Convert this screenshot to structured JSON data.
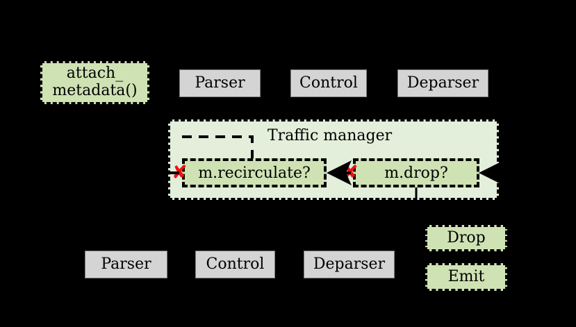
{
  "diagram": {
    "background_color": "#000000",
    "green_fill": "#cfe2b4",
    "container_fill": "#e3eedb",
    "grey_fill": "#d4d4d4",
    "x_mark_color": "#ee1111",
    "x_mark_glyph": "✘"
  },
  "top_row": {
    "attach_metadata": "attach_\nmetadata()",
    "attach_metadata_line1": "attach_",
    "attach_metadata_line2": "metadata()",
    "parser": "Parser",
    "control": "Control",
    "deparser": "Deparser"
  },
  "traffic_manager": {
    "title": "Traffic manager",
    "recirculate": "m.recirculate?",
    "drop": "m.drop?"
  },
  "bottom_row": {
    "parser": "Parser",
    "control": "Control",
    "deparser": "Deparser",
    "drop": "Drop",
    "emit": "Emit"
  }
}
